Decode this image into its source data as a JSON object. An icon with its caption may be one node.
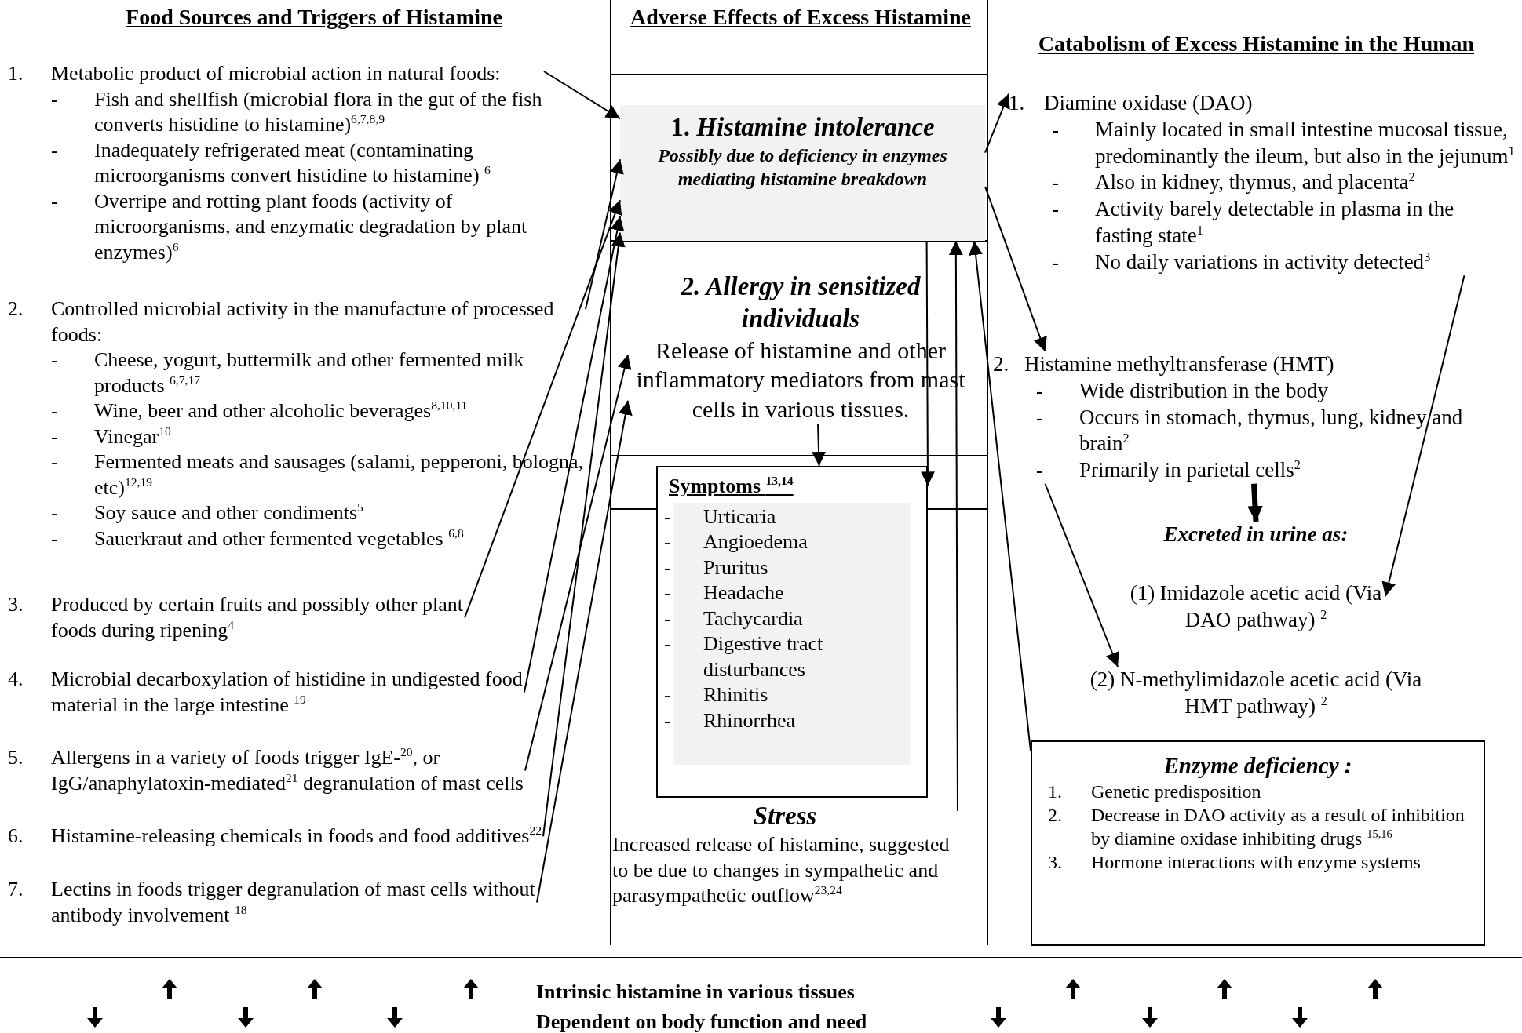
{
  "diagram": {
    "nodes": [
      {
        "text": [
          "1. Metabolic product of microbial action in natural foods:",
          "- Fish and shellfish (microbial flora in the gut of the fish converts histidine to histamine)$^{6,7,8,9}$",
          "- Inadequately refrigerated meat (contaminating microorganisms convert histidine to histamine) $^{6}$",
          "- Overripe and rotting plant foods (activity of microorganisms, and enzymatic degradation by plant enzymes)$^{6}$"
        ]
      },
      {
        "text": [
          "2. Controlled microbial activity in the manufacture of processed foods:",
          "- Cheese, yogurt, buttermilk and other fermented milk products $^{6,7,17}$",
          "- Wine, beer and other alcoholic beverages$^{8,10,11}$",
          "- Vinegar$^{10}$",
          "- Fermented meats and sausages (salami, pepperoni, bologna, etc)$^{12,19}$",
          "- Soy sauce and other condiments$^{5}$",
          "- Sauerkraut and other fermented vegetables $^{6,8}$"
        ]
      },
      {
        "text": [
          "3. Produced by certain fruits and possibly other plant foods during ripening$^{4}$"
        ]
      },
      {
        "text": [
          "4. Microbial decarboxylation of histidine in undigested food material in the large intestine $^{19}$"
        ]
      },
      {
        "text": [
          "5. Allergens in a variety of foods trigger IgE-$^{20}$, or IgG/anaphylatoxin-mediated$^{21}$ degranulation of mast cells"
        ]
      },
      {
        "text": [
          "6. Histamine-releasing chemicals in foods and food additives$^{22}$"
        ]
      },
      {
        "text": [
          "7. Lectins in foods trigger degranulation of mast cells without antibody involvement $^{18}$"
        ]
      },
      {
        "text": [
          "1. *Histamine intolerance*",
          "Possibly due to deficiency in enzymes mediating histamine breakdown"
        ]
      },
      {
        "text": [
          "2. *Allergy in sensitized individuals*",
          "Release of histamine and other inflammatory mediators from mast cells in various tissues."
        ]
      },
      {
        "text": [
          "Symptoms $^{13,14}$",
          "- Urticaria",
          "- Angioedema",
          "- Pruritus",
          "- Headache",
          "- Tachycardia",
          "- Digestive tract disturbances",
          "- Rhinitis",
          "- Rhinorrhea"
        ]
      },
      {
        "text": [
          "Stress",
          "Increased release of histamine, suggested to be due to changes in sympathetic and parasympathetic outflow$^{23,24}$"
        ]
      },
      {
        "text": [
          "1. Diamine oxidase (DAO)",
          "- Mainly located in small intestine mucosal tissue, predominantly the ileum, but also in the jejunum$^{1}$",
          "- Also in kidney, thymus, and placenta$^{2}$",
          "- Activity barely detectable in plasma in the fasting state$^{1}$",
          "- No daily variations in activity detected$^{3}$"
        ]
      },
      {
        "text": [
          "2. Histamine methyltransferase (HMT)",
          "- Wide distribution in the body",
          "- Occurs in stomach, thymus,  lung, kidney and brain$^{2}$",
          "- Primarily in parietal cells$^{2}$"
        ]
      },
      {
        "text": [
          "Excreted in urine as:"
        ]
      },
      {
        "text": [
          "(1) Imidazole acetic acid (Via DAO pathway) $^{2}$"
        ]
      },
      {
        "text": [
          "(2) N-methylimidazole acetic acid (Via HMT pathway) $^{2}$"
        ]
      },
      {
        "text": [
          "Enzyme deficiency :",
          "1. Genetic predisposition",
          "2. Decrease in DAO activity as a result of inhibition by diamine oxidase inhibiting drugs $^{15,16}$",
          "3. Hormone interactions with enzyme systems"
        ]
      }
    ],
    "edges": [
      {
        "from": 0,
        "to": 7,
        "arrow": "to"
      },
      {
        "from": 1,
        "to": 7,
        "arrow": "to"
      },
      {
        "from": 2,
        "to": 7,
        "arrow": "to"
      },
      {
        "from": 3,
        "to": 7,
        "arrow": "to"
      },
      {
        "from": 4,
        "to": 8,
        "arrow": "to"
      },
      {
        "from": 5,
        "to": 7,
        "arrow": "to"
      },
      {
        "from": 6,
        "to": 8,
        "arrow": "to"
      },
      {
        "from": 7,
        "to": 11,
        "arrow": "to"
      },
      {
        "from": 7,
        "to": 12,
        "arrow": "to"
      },
      {
        "from": 7,
        "to": 9,
        "arrow": "to"
      },
      {
        "from": 8,
        "to": 9,
        "arrow": "to"
      },
      {
        "from": 10,
        "to": 7,
        "arrow": "to"
      },
      {
        "from": 16,
        "to": 7,
        "arrow": "to"
      },
      {
        "from": 11,
        "to": 14,
        "arrow": "to"
      },
      {
        "from": 12,
        "to": 15,
        "arrow": "to"
      },
      {
        "from": 12,
        "to": 13,
        "arrow": "to",
        "style": "thick"
      }
    ],
    "labels": [
      "Food Sources and Triggers of Histamine",
      "Adverse Effects of Excess Histamine",
      "Catabolism of Excess Histamine in the Human",
      "Intrinsic histamine in various tissues",
      "Dependent on body function and need"
    ]
  }
}
